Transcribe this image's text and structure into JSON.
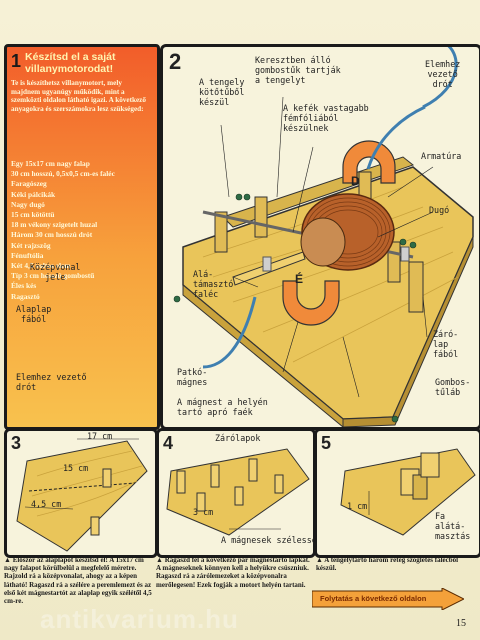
{
  "step1": {
    "number": "1",
    "heading_line1": "Készítsd el a saját",
    "heading_line2": "villanymotorodat!",
    "intro": "Te is készíthetsz villanymotort, mely majdnem ugyanúgy működik, mint a szemközti oldalon látható igazi. A következő anyagokra és szerszámokra lesz szükséged:",
    "materials": [
      "Egy 15x17 cm nagy falap",
      "30 cm hosszú, 0,5x0,5 cm-es faléc",
      "Faragószeg",
      "Kéki pálcikák",
      "Nagy dugó",
      "15 cm kötöttü",
      "18 m vékony szigetelt huzal",
      "Három 30 cm hosszú drót",
      "Két rajzszög",
      "Fénuftólia",
      "Két 4,5 voltos elem",
      "Típ 3 cm hosszú gombostű",
      "Éles kés",
      "Ragasztó"
    ]
  },
  "step2": {
    "number": "2",
    "labels": {
      "tengely": "A tengely\nkötőtűből\nkészül",
      "gombostuk": "Keresztben álló\ngombostűk tartják\na tengelyt",
      "elemhez_top": "Elemhez\nvezető\ndrót",
      "kefek": "A kefék vastagabb\nfémfóliából\nkészülnek",
      "armatura": "Armatúra",
      "dugo": "Dugó",
      "kozepvonal": "Középvonal\njele",
      "ala_tamaszto": "Alá-\ntámasztó\nfaléc",
      "alaplap": "Alaplap\nfából",
      "zarolap": "Záró-\nlap\nfából",
      "patkomagnes": "Patkó-\nmágnes",
      "elemhez_bottom": "Elemhez vezető\ndrót",
      "gombostulab": "Gombos-\ntűláb",
      "magnest_tarto": "A mágnest a helyén\ntartó apró faék",
      "magnet_d": "D",
      "magnet_e": "É"
    }
  },
  "step3": {
    "number": "3",
    "dim_17": "17 cm",
    "dim_15": "15 cm",
    "dim_45": "4,5 cm",
    "caption": "Először az alaplapot készítsd el! A 15x17 cm nagy falapot körülbelül a megfelelő méretre. Rajzold rá a középvonalat, ahogy az a képen látható! Ragaszd rá a szélére a peremlemezt és az első két mágnestartót az alaplap egyik szélétől 4,5 cm-re."
  },
  "step4": {
    "number": "4",
    "zarolapok": "Zárólapok",
    "dim_3": "3 cm",
    "magnesek": "A mágnesek szélessége",
    "caption": "Ragaszd fel a következő pár mágnestartó lapkát. A mágneseknek könnyen kell a helyükre csúszniuk. Ragaszd rá a zárólemezeket a középvonalra merőlegesen! Ezek fogják a motort helyén tartani."
  },
  "step5": {
    "number": "5",
    "dim_1": "1 cm",
    "fa_alatamasztas": "Fa\nalátá-\nmasztás",
    "caption": "A tengelytartó három réteg szögletes falécből készül."
  },
  "continue_label": "Folytatás a következő oldalon",
  "page_number": "15",
  "watermark": "antikvarium.hu",
  "colors": {
    "panel_orange_top": "#f25d2a",
    "panel_orange_bottom": "#f8c24e",
    "wood": "#e9c55a",
    "wire": "#3f7fb0",
    "magnet": "#f08a3a"
  }
}
